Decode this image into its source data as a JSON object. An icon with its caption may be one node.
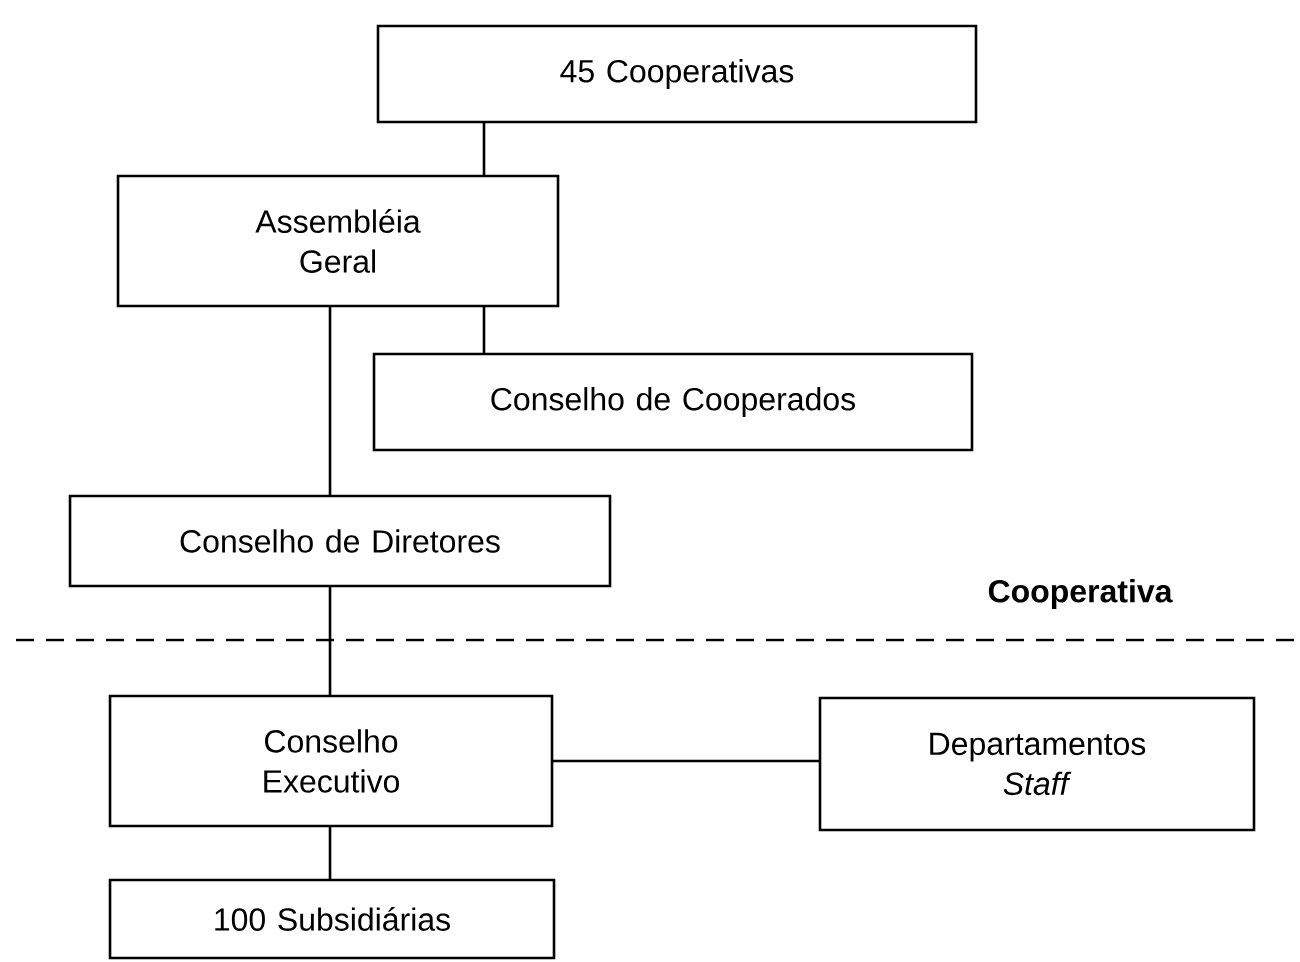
{
  "diagram": {
    "nodes": [
      {
        "text": [
          "45 Cooperativas"
        ]
      },
      {
        "text": [
          "Assembléia Geral"
        ]
      },
      {
        "text": [
          "Conselho de Cooperados"
        ]
      },
      {
        "text": [
          "Conselho de Diretores"
        ]
      },
      {
        "text": [
          "Conselho Executivo"
        ]
      },
      {
        "text": [
          "Departamentos *Staff*"
        ]
      },
      {
        "text": [
          "100 Subsidiárias"
        ]
      }
    ],
    "edges": [
      {
        "from": 0,
        "to": 1,
        "arrow": "none"
      },
      {
        "from": 1,
        "to": 2,
        "arrow": "none"
      },
      {
        "from": 1,
        "to": 3,
        "arrow": "none"
      },
      {
        "from": 3,
        "to": 4,
        "arrow": "none"
      },
      {
        "from": 4,
        "to": 5,
        "arrow": "none"
      },
      {
        "from": 4,
        "to": 6,
        "arrow": "none"
      }
    ],
    "labels": [
      "Cooperativa"
    ]
  }
}
